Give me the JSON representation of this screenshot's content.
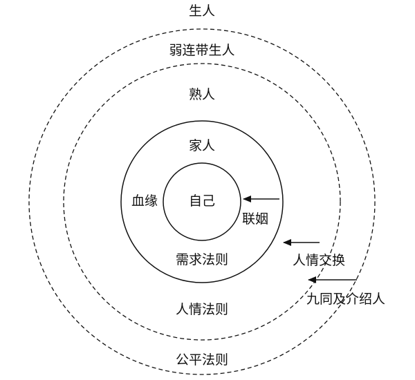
{
  "labels": {
    "self": "自己",
    "family": "家人",
    "blood": "血缘",
    "marriage": "联姻",
    "needs_rule": "需求法则",
    "acquaintance": "熟人",
    "renqing_rule": "人情法则",
    "weak_tie_stranger": "弱连带生人",
    "stranger": "生人",
    "equity_rule": "公平法则",
    "favor_exchange": "人情交换",
    "jiutong_intro": "九同及介绍人"
  },
  "styles": {
    "line_color": "#111111",
    "background": "#ffffff",
    "solid_circles": [
      "self",
      "family"
    ],
    "dashed_circles": [
      "acquaintance",
      "weak_tie_stranger"
    ]
  }
}
